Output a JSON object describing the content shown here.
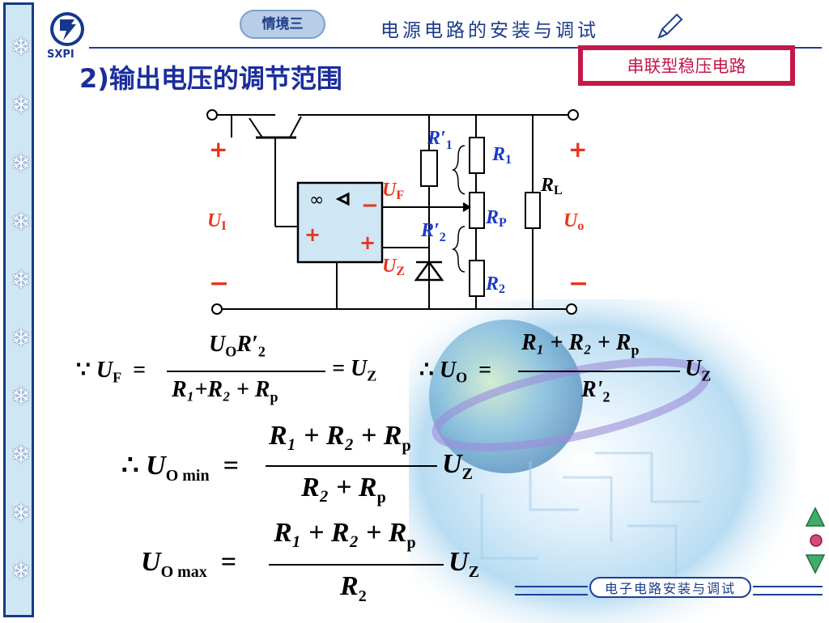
{
  "logo": {
    "text": "SXPI"
  },
  "header": {
    "chapter": "情境三",
    "course_title": "电源电路的安装与调试"
  },
  "section_tag": "串联型稳压电路",
  "subtitle": "2)输出电压的调节范围",
  "circuit": {
    "plus": "+",
    "minus": "−",
    "inf": "∞",
    "labels": {
      "ui": "U",
      "ui_sub": "I",
      "uf": "U",
      "uf_sub": "F",
      "uz": "U",
      "uz_sub": "Z",
      "uo": "U",
      "uo_sub": "o",
      "r1p": "R′",
      "r1p_sub": "1",
      "r2p": "R′",
      "r2p_sub": "2",
      "r1": "R",
      "r1_sub": "1",
      "rp": "R",
      "rp_sub": "P",
      "r2": "R",
      "r2_sub": "2",
      "rl": "R",
      "rl_sub": "L"
    }
  },
  "equations": {
    "eq1": {
      "prefix": "∵",
      "lhs": "U",
      "lhs_sub": "F",
      "num": "U",
      "num_sub": "O",
      "num2": "R′",
      "num2_sub": "2",
      "den": "R₁+R₂ + R",
      "den_sub": "p",
      "rhs": "= U",
      "rhs_sub": "Z"
    },
    "eq2": {
      "prefix": "∴",
      "lhs": "U",
      "lhs_sub": "O",
      "num": "R₁ + R₂ + R",
      "num_sub": "p",
      "den": "R'",
      "den_sub": "2",
      "rhs": "U",
      "rhs_sub": "Z"
    },
    "eq3": {
      "prefix": "∴",
      "lhs": "U",
      "lhs_sub": "O min",
      "num": "R₁ + R₂ + R",
      "num_sub": "p",
      "den": "R₂ + R",
      "den_sub": "p",
      "rhs": "U",
      "rhs_sub": "Z"
    },
    "eq4": {
      "lhs": "U",
      "lhs_sub": "O max",
      "num": "R₁ + R₂ + R",
      "num_sub": "p",
      "den": "R",
      "den_sub": "2",
      "rhs": "U",
      "rhs_sub": "Z"
    }
  },
  "footer": {
    "label": "电子电路安装与调试"
  },
  "colors": {
    "accent": "#1a2e9c",
    "tag": "#c4184a",
    "red": "#e8341c",
    "blue": "#1a3ac8"
  }
}
